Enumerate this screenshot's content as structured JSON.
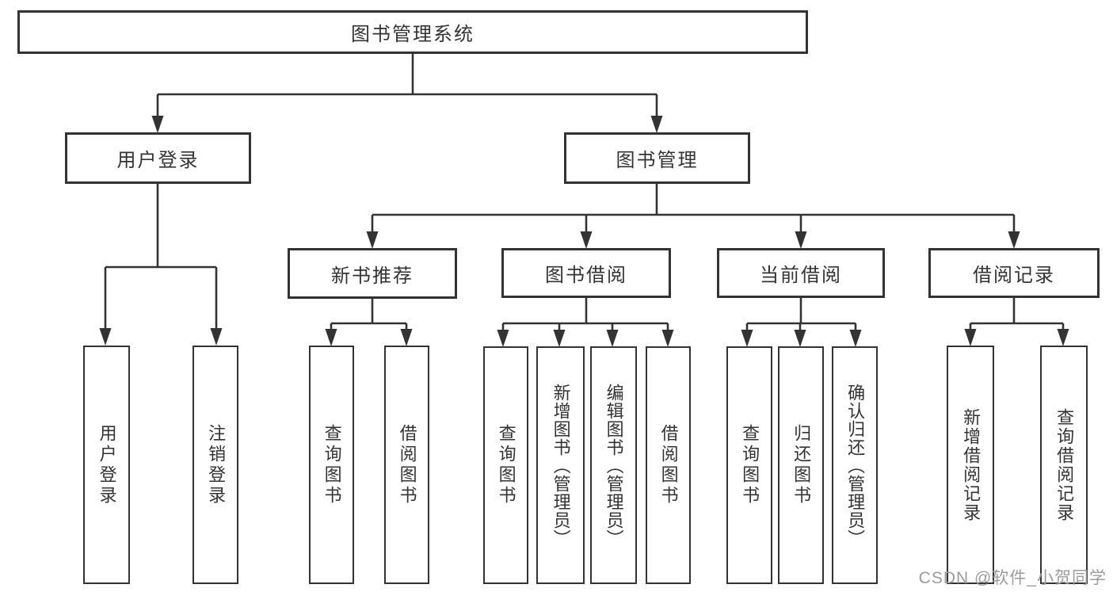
{
  "diagram": {
    "root_label": "图书管理系统",
    "level2": [
      {
        "label": "用户登录"
      },
      {
        "label": "图书管理"
      }
    ],
    "level3": [
      {
        "label": "新书推荐"
      },
      {
        "label": "图书借阅"
      },
      {
        "label": "当前借阅"
      },
      {
        "label": "借阅记录"
      }
    ],
    "leaves": {
      "user_login": [
        "用户登录",
        "注销登录"
      ],
      "new_book_recommend": [
        "查询图书",
        "借阅图书"
      ],
      "book_borrow": [
        "查询图书",
        "新增图书（管理员）",
        "编辑图书（管理员）",
        "借阅图书"
      ],
      "current_borrow": [
        "查询图书",
        "归还图书",
        "确认归还（管理员）"
      ],
      "borrow_records": [
        "新增借阅记录",
        "查询借阅记录"
      ]
    }
  },
  "watermark": {
    "text": "CSDN @软件_小贺同学",
    "color": "#9c9c9c"
  },
  "colors": {
    "line": "#333333",
    "box_border": "#333333",
    "box_fill": "#ffffff",
    "text": "#333333",
    "background": "#ffffff"
  }
}
